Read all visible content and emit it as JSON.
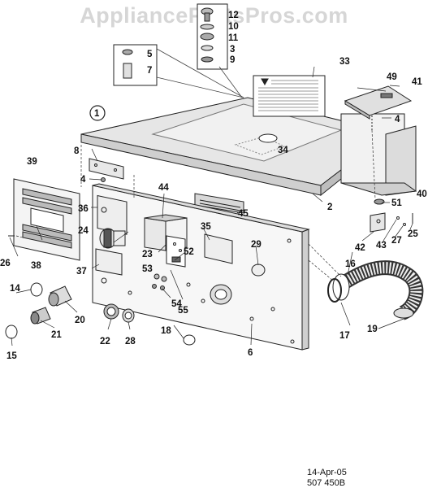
{
  "watermark": "AppliancePartsPros.com",
  "footer": {
    "date": "14-Apr-05",
    "code": "507 450B"
  },
  "callouts": {
    "c1": "1",
    "c2": "2",
    "c3": "3",
    "c4a": "4",
    "c4b": "4",
    "c5": "5",
    "c6": "6",
    "c7": "7",
    "c8": "8",
    "c9": "9",
    "c10": "10",
    "c11": "11",
    "c12": "12",
    "c14": "14",
    "c15": "15",
    "c16": "16",
    "c17": "17",
    "c18": "18",
    "c19": "19",
    "c20": "20",
    "c21": "21",
    "c22": "22",
    "c23": "23",
    "c24": "24",
    "c25": "25",
    "c26": "26",
    "c27": "27",
    "c28": "28",
    "c29": "29",
    "c33": "33",
    "c34": "34",
    "c35": "35",
    "c36": "36",
    "c37": "37",
    "c38": "38",
    "c39": "39",
    "c40": "40",
    "c41": "41",
    "c42": "42",
    "c43": "43",
    "c44": "44",
    "c45": "45",
    "c49": "49",
    "c51": "51",
    "c52": "52",
    "c53": "53",
    "c54": "54",
    "c55": "55"
  }
}
